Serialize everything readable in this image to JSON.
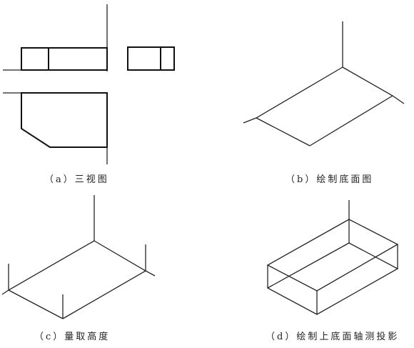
{
  "panels": {
    "a": {
      "caption": "（a）三视图"
    },
    "b": {
      "caption": "（b）绘制底面图"
    },
    "c": {
      "caption": "（c）量取高度"
    },
    "d": {
      "caption": "（d）绘制上底面轴测投影"
    }
  },
  "colors": {
    "line": "#222222",
    "background": "#ffffff"
  }
}
